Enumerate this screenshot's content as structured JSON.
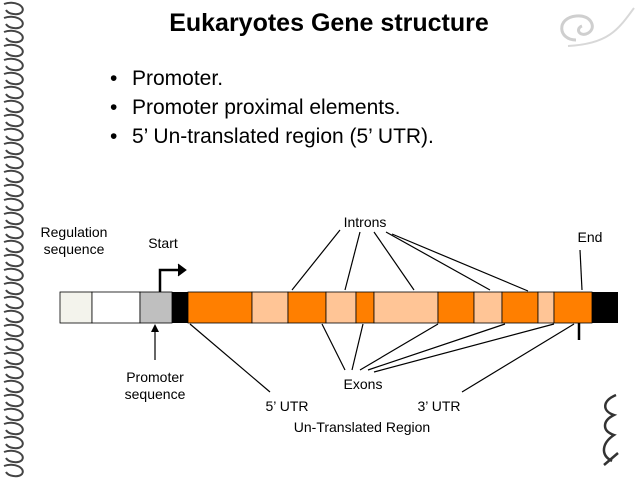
{
  "title": "Eukaryotes Gene structure",
  "bullets": [
    "Promoter.",
    "Promoter proximal elements.",
    "5’ Un-translated region (5’ UTR)."
  ],
  "diagram": {
    "labels": {
      "regulation": "Regulation\nsequence",
      "start": "Start",
      "introns": "Introns",
      "end": "End",
      "promoter": "Promoter\nsequence",
      "exons": "Exons",
      "utr5": "5’ UTR",
      "utr3": "3’ UTR",
      "untranslated": "Un-Translated Region"
    },
    "colors": {
      "exon": "#ff7f00",
      "intron": "#ffc596",
      "promoter": "#bfbfbf",
      "regulation": "#f3f3ec",
      "black": "#000000"
    }
  }
}
